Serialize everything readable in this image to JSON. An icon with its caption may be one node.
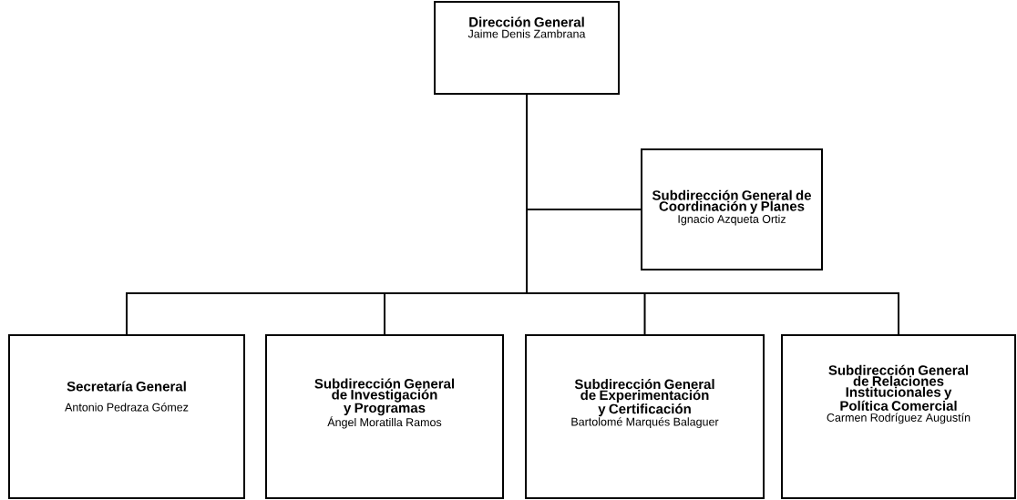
{
  "diagram": {
    "nodes": [
      {
        "text": [
          "Dirección General",
          "Jaime Denis Zambrana"
        ]
      },
      {
        "text": [
          "Subdirección General de Coordinación y Planes",
          "Ignacio Azqueta Ortiz"
        ]
      },
      {
        "text": [
          "Secretaría General",
          "Antonio Pedraza Gómez"
        ]
      },
      {
        "text": [
          "Subdirección General de Investigación y Programas",
          "Ángel Moratilla Ramos"
        ]
      },
      {
        "text": [
          "Subdirección General de Experimentación y Certificación",
          "Bartolomé Marqués Balaguer"
        ]
      },
      {
        "text": [
          "Subdirección General de Relaciones Institucionales y Política Comercial",
          "Carmen Rodríguez Augustín"
        ]
      }
    ],
    "edges": [
      {
        "from": 0,
        "to": 1,
        "arrow": "none"
      },
      {
        "from": 0,
        "to": 2,
        "arrow": "none"
      },
      {
        "from": 0,
        "to": 3,
        "arrow": "none"
      },
      {
        "from": 0,
        "to": 4,
        "arrow": "none"
      },
      {
        "from": 0,
        "to": 5,
        "arrow": "none"
      }
    ]
  }
}
